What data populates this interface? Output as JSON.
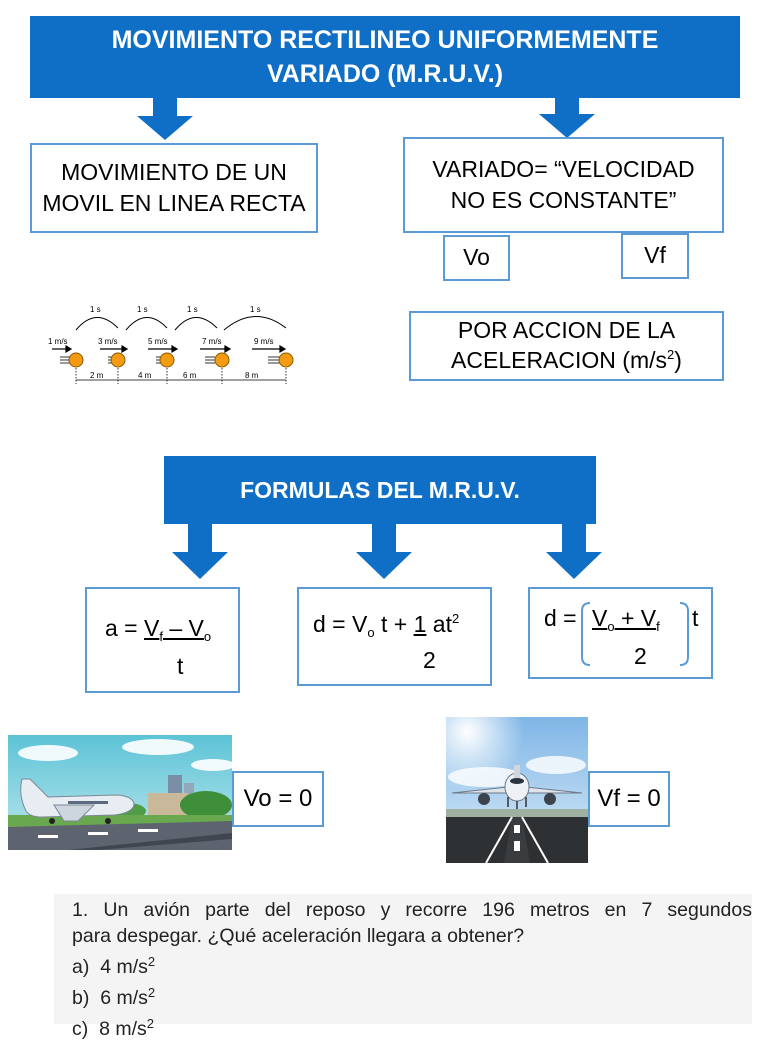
{
  "title": {
    "line1": "MOVIMIENTO RECTILINEO UNIFORMEMENTE",
    "line2": "VARIADO (M.R.U.V.)"
  },
  "left_box": {
    "line1": "MOVIMIENTO DE UN",
    "line2": "MOVIL EN LINEA RECTA"
  },
  "right_box": {
    "line1": "VARIADO= “VELOCIDAD",
    "line2": "NO ES CONSTANTE”"
  },
  "vo_label": "Vo",
  "vf_label": "Vf",
  "accel_box": {
    "line1": "POR ACCION DE LA",
    "line2": "ACELERACION (m/s",
    "sup": "2",
    "close": ")"
  },
  "motion_diagram": {
    "times": [
      "1 s",
      "1 s",
      "1 s",
      "1 s"
    ],
    "speeds": [
      "1 m/s",
      "3 m/s",
      "5 m/s",
      "7 m/s",
      "9 m/s"
    ],
    "distances": [
      "2 m",
      "4 m",
      "6 m",
      "8 m"
    ]
  },
  "formulas_title": "FORMULAS DEL M.R.U.V.",
  "formula1": {
    "lhs": "a = ",
    "v": "V",
    "f": "f",
    "minus": " – V",
    "o": "o",
    "den": "t"
  },
  "formula2": {
    "lhs": "d = V",
    "o": "o",
    "mid": " t + ",
    "one": "1",
    "at": " at",
    "two_sup": "2",
    "den": "2"
  },
  "formula3": {
    "lhs": "d = ",
    "v": "V",
    "o": "o",
    "plus": " + V",
    "f": "f",
    "t": "t",
    "den": "2"
  },
  "vo_zero": "Vo = 0",
  "vf_zero": "Vf = 0",
  "exercise": {
    "line1": "1. Un avión parte del reposo y recorre 196 metros en 7 segundos",
    "line2": "para despegar. ¿Qué aceleración llegara a obtener?",
    "options": [
      {
        "letter": "a)",
        "text": "4 m/s",
        "sup": "2"
      },
      {
        "letter": "b)",
        "text": "6 m/s",
        "sup": "2"
      },
      {
        "letter": "c)",
        "text": "8 m/s",
        "sup": "2"
      }
    ]
  },
  "colors": {
    "banner": "#0f6fc6",
    "box_border": "#5b9bd5",
    "ball": "#f39c12"
  }
}
